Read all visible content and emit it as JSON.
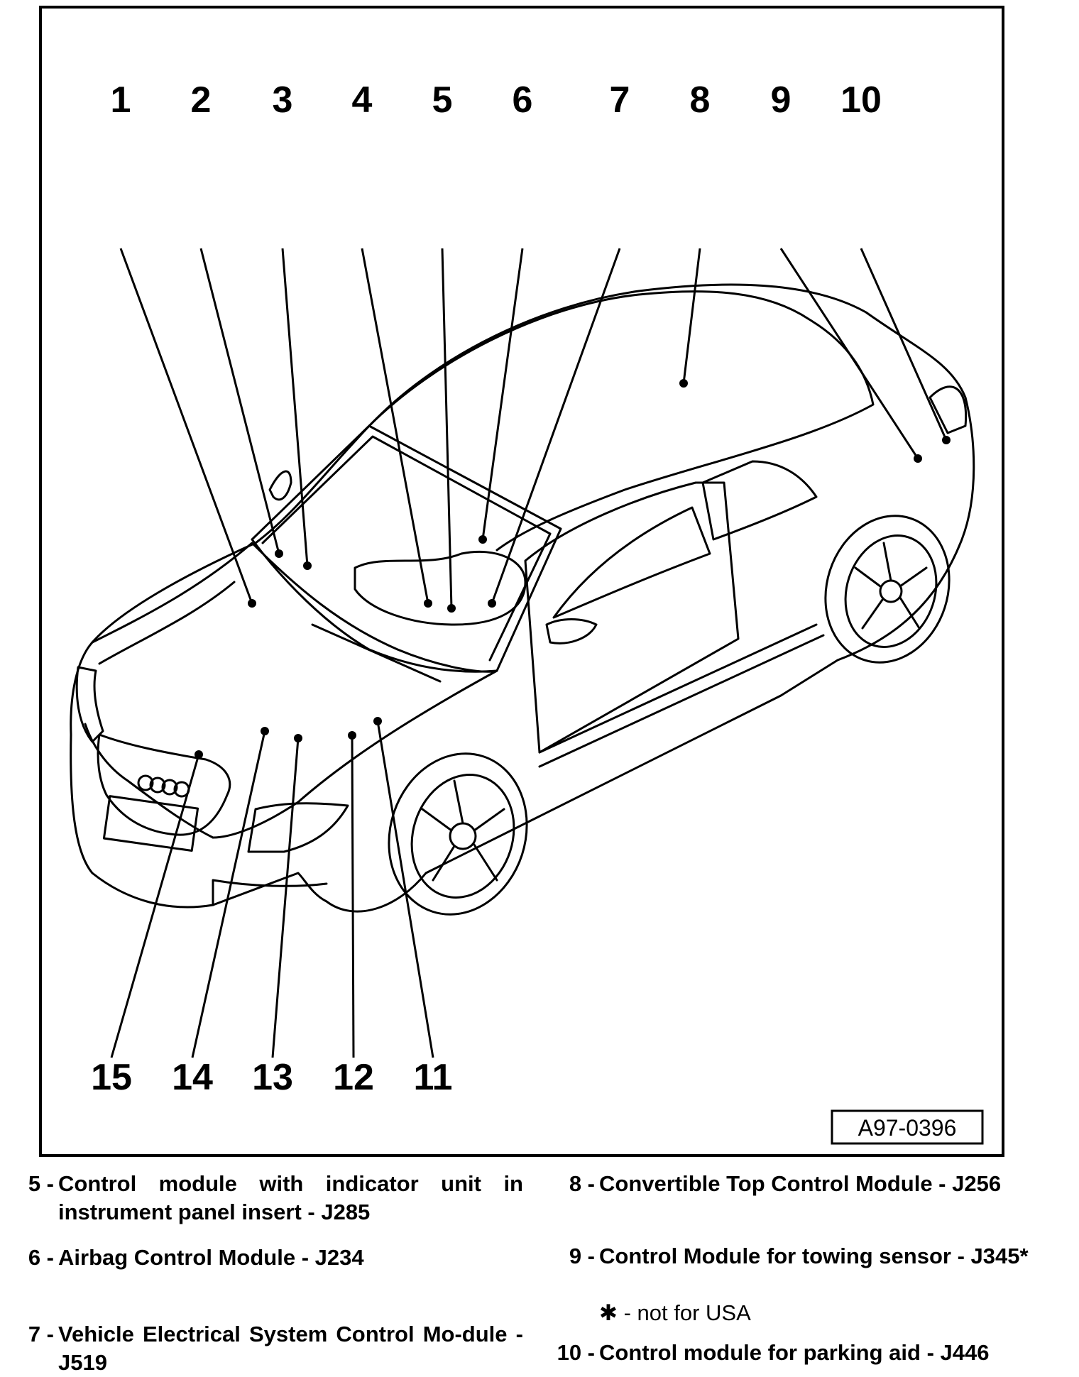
{
  "figure": {
    "reference_code": "A97-0396",
    "callouts": [
      "1",
      "2",
      "3",
      "4",
      "5",
      "6",
      "7",
      "8",
      "9",
      "10",
      "11",
      "12",
      "13",
      "14",
      "15"
    ]
  },
  "legend": [
    {
      "key": "5 -",
      "text": "Control module with indicator unit in instrument panel insert - J285"
    },
    {
      "key": "6 -",
      "text": "Airbag Control Module - J234"
    },
    {
      "key": "7 -",
      "text": "Vehicle Electrical System Control Mo-dule - J519"
    },
    {
      "key": "8 -",
      "text": "Convertible Top Control Module - J256"
    },
    {
      "key": "9 -",
      "text": "Control Module for towing sensor - J345*",
      "note": "✱ - not for USA"
    },
    {
      "key": "10 -",
      "text": "Control module for parking aid - J446"
    }
  ]
}
